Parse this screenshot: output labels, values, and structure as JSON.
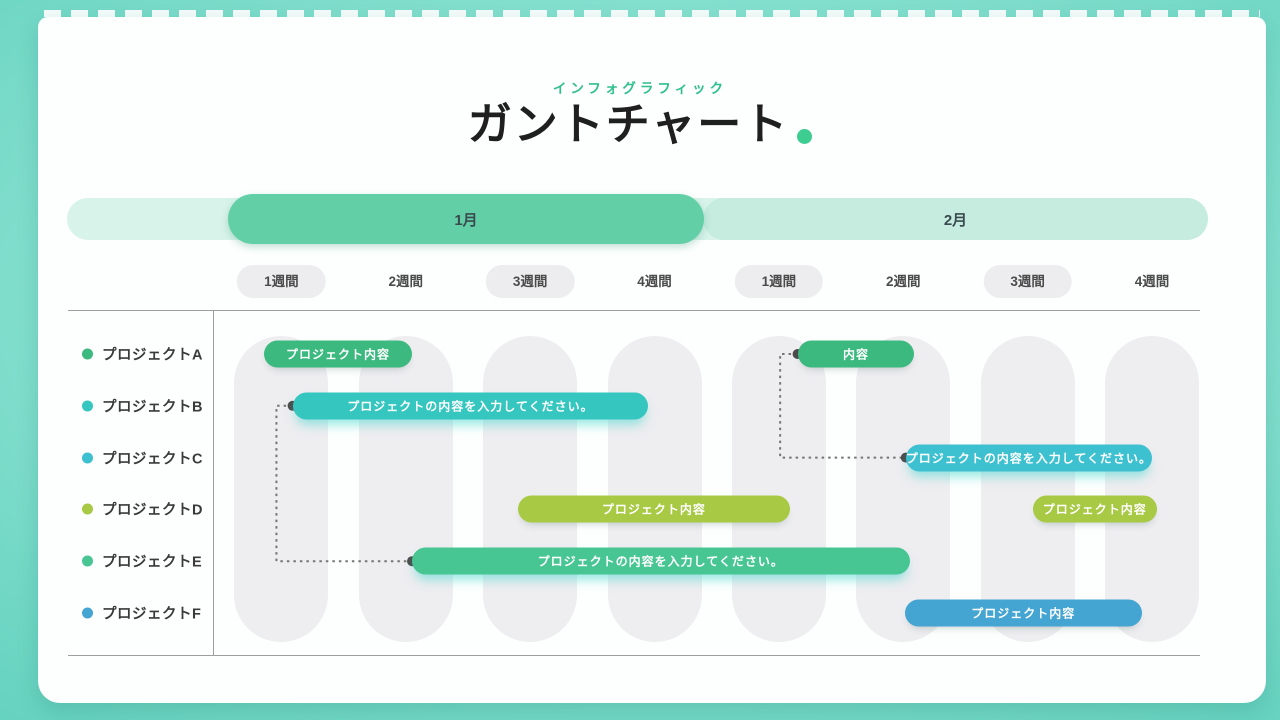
{
  "page": {
    "subtitle": "インフォグラフィック",
    "title": "ガントチャート"
  },
  "colors": {
    "background_outer": "#5ccebb",
    "background_inner": "#a9ecde",
    "card": "#fdfffe",
    "subtitle": "#2fbf8c",
    "title": "#1f1f1f",
    "title_dot": "#3ecd90",
    "month_track": "#d8f3ea",
    "month_active": "#63cfa7",
    "month_inactive": "#c5ecdf",
    "month_text": "#3b4a4e",
    "week_pill": "#ededef",
    "week_text": "#4b4b4b",
    "grid_pill": "#eeedf0",
    "divider": "#9e9e9e",
    "project_text": "#3a3a3a",
    "connector": "#757575",
    "connector_dot": "#4c4c4c",
    "bar_text": "#ffffff"
  },
  "chart_data": {
    "type": "bar",
    "subtype": "gantt",
    "title": "ガントチャート",
    "x_axis_unit": "week",
    "x_range": [
      0,
      8
    ],
    "grid": "column-pills",
    "months": [
      {
        "label": "1月",
        "active": true
      },
      {
        "label": "2月",
        "active": false
      }
    ],
    "week_labels": [
      "1週間",
      "2週間",
      "3週間",
      "4週間",
      "1週間",
      "2週間",
      "3週間",
      "4週間"
    ],
    "week_emphasized": [
      true,
      false,
      true,
      false,
      true,
      false,
      true,
      false
    ],
    "projects": [
      {
        "id": "A",
        "label": "プロジェクトA",
        "color": "#3bb97f"
      },
      {
        "id": "B",
        "label": "プロジェクトB",
        "color": "#36c6c0"
      },
      {
        "id": "C",
        "label": "プロジェクトC",
        "color": "#3dc0cf"
      },
      {
        "id": "D",
        "label": "プロジェクトD",
        "color": "#a7c944"
      },
      {
        "id": "E",
        "label": "プロジェクトE",
        "color": "#47c693"
      },
      {
        "id": "F",
        "label": "プロジェクトF",
        "color": "#44a4d2"
      }
    ],
    "bars": [
      {
        "project": "A",
        "row": 0,
        "start_week": 0.41,
        "end_week": 1.6,
        "label": "プロジェクト内容",
        "color": "#3bb97f",
        "glow": false
      },
      {
        "project": "B",
        "row": 1,
        "start_week": 0.64,
        "end_week": 3.5,
        "label": "プロジェクトの内容を入力してください。",
        "color": "#36c6c0",
        "glow": true
      },
      {
        "project": "A",
        "row": 0,
        "start_week": 4.7,
        "end_week": 5.64,
        "label": "内容",
        "color": "#3bb97f",
        "glow": false
      },
      {
        "project": "C",
        "row": 2,
        "start_week": 5.57,
        "end_week": 7.55,
        "label": "プロジェクトの内容を入力してください。",
        "color": "#3dc0cf",
        "glow": true
      },
      {
        "project": "D",
        "row": 3,
        "start_week": 2.45,
        "end_week": 4.64,
        "label": "プロジェクト内容",
        "color": "#a7c944",
        "glow": false
      },
      {
        "project": "D",
        "row": 3,
        "start_week": 6.59,
        "end_week": 7.59,
        "label": "プロジェクト内容",
        "color": "#a7c944",
        "glow": false
      },
      {
        "project": "E",
        "row": 4,
        "start_week": 1.6,
        "end_week": 5.6,
        "label": "プロジェクトの内容を入力してください。",
        "color": "#47c693",
        "glow": true
      },
      {
        "project": "F",
        "row": 5,
        "start_week": 5.56,
        "end_week": 7.47,
        "label": "プロジェクト内容",
        "color": "#44a4d2",
        "glow": false
      }
    ],
    "connectors": [
      {
        "from_bar": 1,
        "to_bar": 6,
        "elbow_week": 0.51
      },
      {
        "from_bar": 2,
        "to_bar": 3,
        "elbow_week": 4.56
      }
    ]
  }
}
